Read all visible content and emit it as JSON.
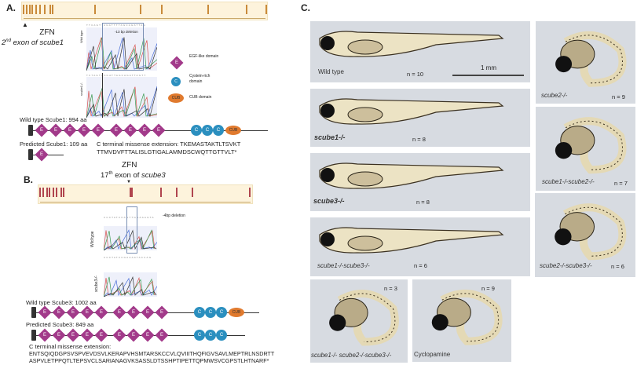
{
  "panel_a": {
    "label": "A.",
    "zfn": "ZFN",
    "zfn_site_sup": "nd",
    "zfn_site_pre": "2",
    "zfn_site_text": " exon of ",
    "zfn_gene": "scube1",
    "deletion": "-13 bp deletion",
    "wt_trace_label": "Wild type",
    "mut_trace_label": "scube1-/-",
    "wt_protein": "Wild type Scube1: 994 aa",
    "pred_protein": "Predicted Scube1: 109 aa",
    "missense_1": "C terminal missense extension: TKEMASTAKTLTSVKT",
    "missense_2": "TTMVDVFTTALISLGTIGALAMMDSCWQTTGTTVLT*"
  },
  "legend": {
    "egf_symbol": "E",
    "egf": "EGF-like domain",
    "cys_symbol": "C",
    "cys": "Cystein-rich domain",
    "cub_symbol": "CUB",
    "cub": "CUB domain"
  },
  "panel_b": {
    "label": "B.",
    "zfn": "ZFN",
    "zfn_site_pre": "17",
    "zfn_site_sup": "th",
    "zfn_site_text": " exon of ",
    "zfn_gene": "scube3",
    "deletion": "-4bp deletion",
    "wt_trace_label": "Wild type",
    "mut_trace_label": "scube3-/-",
    "wt_protein": "Wild type Scube3: 1002 aa",
    "pred_protein": "Predicted Scube3: 849 aa",
    "missense_title": "C terminal missense extension:",
    "missense_1": "ENTSQIQDGPSVSPVEVDSVLKERAPVHSMTARSKCCVLQVIIITHQFIGVSAVLMEPTRLNSDRTT",
    "missense_2": "ASPVLETPPQTLTEPSVCLSARIANAGVKSASSLDTSSHPTIPETTQPMWSVCGPSTLHTNARF*"
  },
  "panel_c": {
    "label": "C.",
    "scale_bar": "1 mm",
    "photos": [
      {
        "label": "Wild type",
        "n": "n = 10"
      },
      {
        "label": "scube1-/-",
        "n": "n = 8"
      },
      {
        "label": "scube3-/-",
        "n": "n = 8"
      },
      {
        "label": "scube1-/-scube3-/-",
        "n": "n = 6"
      },
      {
        "label": "scube2-/-",
        "n": "n = 9"
      },
      {
        "label": "scube1-/-scube2-/-",
        "n": "n = 7"
      },
      {
        "label": "scube2-/-scube3-/-",
        "n": "n = 6"
      },
      {
        "label": "scube1-/- scube2-/-scube3-/-",
        "n": "n = 3"
      },
      {
        "label": "Cyclopamine",
        "n": "n = 9"
      }
    ]
  }
}
